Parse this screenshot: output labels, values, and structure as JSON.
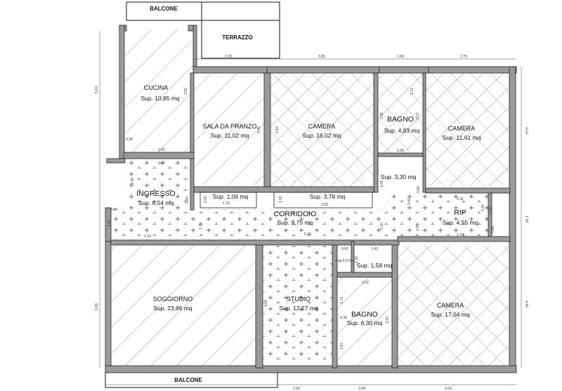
{
  "plan": {
    "exterior": {
      "balcone_top": "BALCONE",
      "terrazzo": "TERRAZZO",
      "balcone_bottom": "BALCONE"
    },
    "rooms": [
      {
        "key": "cucina",
        "name": "CUCINA",
        "area": "Sup. 10,85 mq"
      },
      {
        "key": "sala",
        "name": "SALA DA PRANZO",
        "area": "Sup. 11,02 mq"
      },
      {
        "key": "camera1",
        "name": "CAMERA",
        "area": "Sup. 16,02 mq"
      },
      {
        "key": "bagno1",
        "name": "BAGNO",
        "area": "Sup. 4,83 mq"
      },
      {
        "key": "camera2",
        "name": "CAMERA",
        "area": "Sup. 11,61 mq"
      },
      {
        "key": "ingresso",
        "name": "INGRESSO",
        "area": "Sup. 8,54 mq"
      },
      {
        "key": "corridoio",
        "name": "CORRIDOIO",
        "area": "Sup. 9,75 mq"
      },
      {
        "key": "rip",
        "name": "RIP",
        "area": "Sup. 4,55 mq"
      },
      {
        "key": "soggiorno",
        "name": "SOGGIORNO",
        "area": "Sup. 23,86 mq"
      },
      {
        "key": "studio",
        "name": "STUDIO",
        "area": "Sup. 12,27 mq"
      },
      {
        "key": "bagno2",
        "name": "BAGNO",
        "area": "Sup. 6,30 mq"
      },
      {
        "key": "camera3",
        "name": "CAMERA",
        "area": "Sup. 17,04 mq"
      }
    ],
    "small_areas": {
      "closet1": "Sup. 1,06 mq",
      "closet2": "Sup. 3,78 mq",
      "hall": "Sup. 3,30 mq",
      "wc": "Sup. 1,58 mq",
      "tiny": "Sup.0,57mq"
    },
    "dims": {
      "top1": "2.70",
      "top2": "3.85",
      "top3": "1.69",
      "top4": "2.79",
      "bot1": "2.52",
      "bot2": "2.08",
      "bot3": "3.63",
      "left1": "5.10",
      "left2": "6.66",
      "right1": "4.10",
      "right2": "1.78",
      "right3": "4.45",
      "cucina_h": "3.52",
      "sala_h": "4.05",
      "cam1_h": "4.10",
      "bagno_w": "1.69",
      "bagno_h1": "1.21",
      "bagno_h2": "2.85",
      "bagno_h3": "2.57",
      "cam2_w": "2.41",
      "rip_w": "2.79",
      "rip_h": "1.32",
      "ing_w": "2.47",
      "ing_h": "1.65",
      "ing_h2": "2.69",
      "cor_w1": "3.33",
      "cor_w2": "6.34",
      "cor_h1": "1.34",
      "cor_h2": "1.20",
      "cl1_w": "1.76",
      "cl2_w": "3.53",
      "studio_h": "4.60",
      "bagno2_w": "2.02",
      "bagno2_h": "3.24",
      "wc_w": "1.42",
      "tiny_w": "0.60",
      "cucina_w": "2.05",
      "sm1": "0.28",
      "sm2": "0.88",
      "sm3": "0.95",
      "sm4": "0.20",
      "sm5": "3.00",
      "sm6": "0.80",
      "sm7": "1.57",
      "sm8": "1.73",
      "sm9": "1.31",
      "sm10": "0.35",
      "sm11": "0.68",
      "sm12": "0.60",
      "sm13": "1.20",
      "sm14": "1.65",
      "sm15": "2.20"
    }
  }
}
